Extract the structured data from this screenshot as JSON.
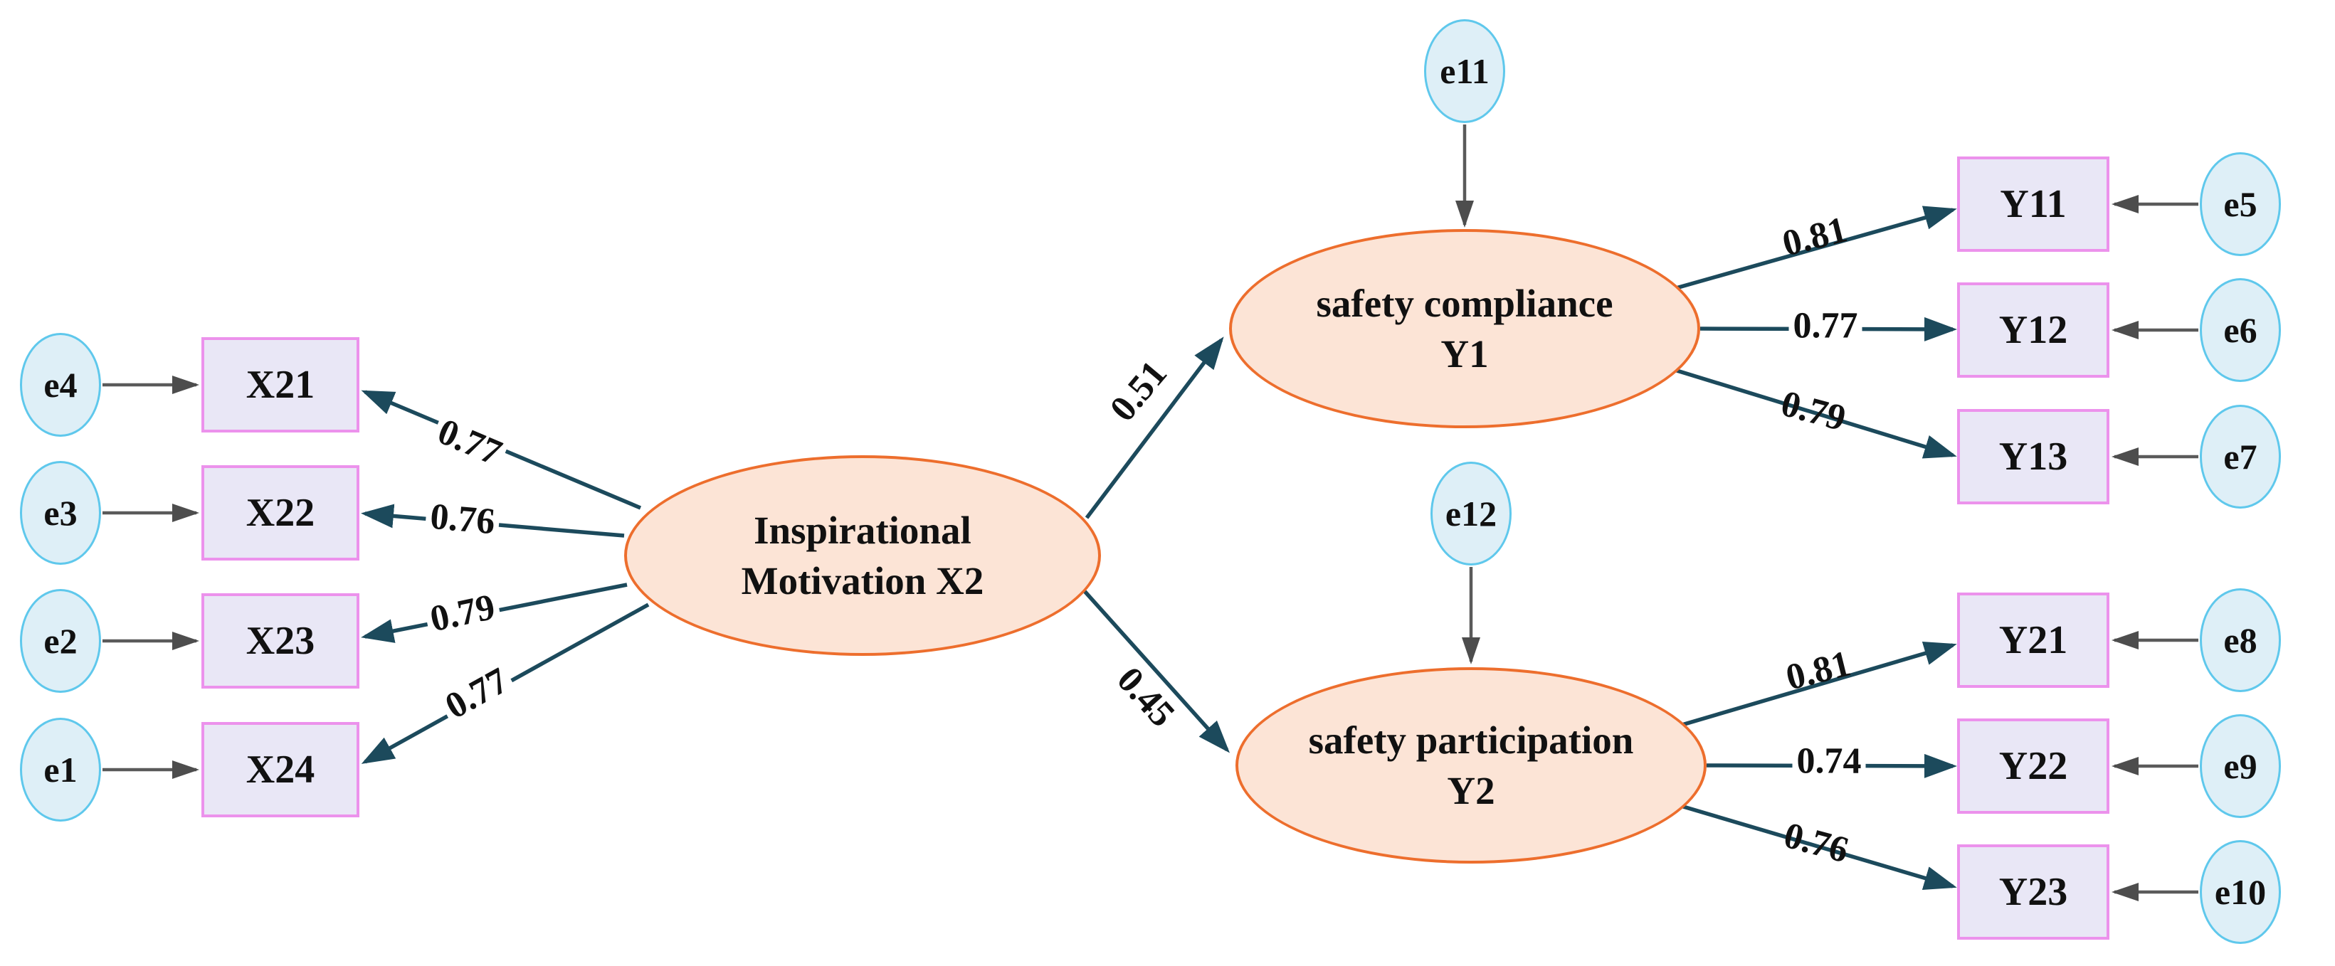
{
  "diagram_type": "structural-equation-model-path-diagram",
  "latents": {
    "x2": {
      "line1": "Inspirational",
      "line2": "Motivation X2"
    },
    "y1": {
      "line1": "safety compliance",
      "line2": "Y1"
    },
    "y2": {
      "line1": "safety participation",
      "line2": "Y2"
    }
  },
  "structural_paths": {
    "x2_y1": {
      "from": "Inspirational Motivation X2",
      "to": "safety compliance Y1",
      "coefficient": "0.51"
    },
    "x2_y2": {
      "from": "Inspirational Motivation X2",
      "to": "safety participation Y2",
      "coefficient": "0.45"
    }
  },
  "indicators": {
    "x21": {
      "label": "X21",
      "loading": "0.77",
      "error": "e4"
    },
    "x22": {
      "label": "X22",
      "loading": "0.76",
      "error": "e3"
    },
    "x23": {
      "label": "X23",
      "loading": "0.79",
      "error": "e2"
    },
    "x24": {
      "label": "X24",
      "loading": "0.77",
      "error": "e1"
    },
    "y11": {
      "label": "Y11",
      "loading": "0.81",
      "error": "e5"
    },
    "y12": {
      "label": "Y12",
      "loading": "0.77",
      "error": "e6"
    },
    "y13": {
      "label": "Y13",
      "loading": "0.79",
      "error": "e7"
    },
    "y21": {
      "label": "Y21",
      "loading": "0.81",
      "error": "e8"
    },
    "y22": {
      "label": "Y22",
      "loading": "0.74",
      "error": "e9"
    },
    "y23": {
      "label": "Y23",
      "loading": "0.76",
      "error": "e10"
    }
  },
  "latent_errors": {
    "e11": {
      "label": "e11",
      "target": "safety compliance Y1"
    },
    "e12": {
      "label": "e12",
      "target": "safety participation Y2"
    }
  },
  "colors": {
    "latent_fill": "#FCE4D6",
    "latent_border": "#ED6E2D",
    "indicator_fill": "#E9E7F6",
    "indicator_border": "#EC92EC",
    "error_fill": "#DEEFF7",
    "error_border": "#5FC8EC",
    "loading_arrow": "#1C4A5C",
    "error_arrow": "#5A5A5A"
  }
}
